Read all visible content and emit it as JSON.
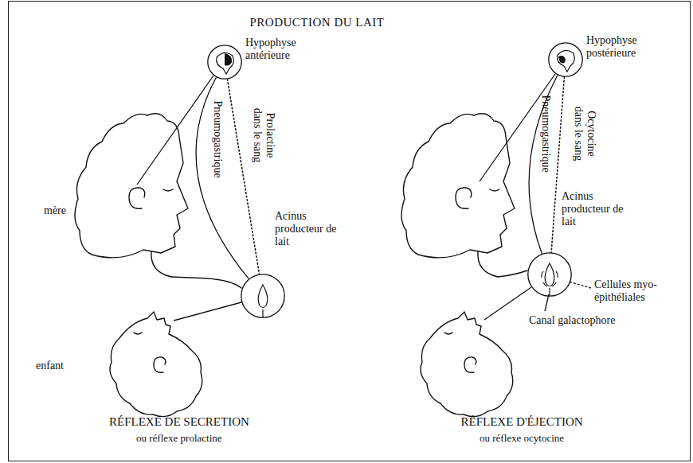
{
  "diagram": {
    "title": "PRODUCTION DU LAIT",
    "nodes": [
      {
        "text": [
          "Hypophyse antérieure"
        ]
      },
      {
        "text": [
          "Acinus producteur de lait"
        ]
      },
      {
        "text": [
          "Hypophyse postérieure"
        ]
      },
      {
        "text": [
          "Acinus producteur de lait"
        ]
      }
    ],
    "edges": [
      {
        "from": 0,
        "to": 1,
        "label": "Prolactine dans le sang",
        "arrow": "none"
      },
      {
        "from": 1,
        "to": 0,
        "label": "Pneumogastrique",
        "arrow": "none"
      },
      {
        "from": 2,
        "to": 3,
        "label": "Ocytocine dans le sang",
        "arrow": "none"
      },
      {
        "from": 3,
        "to": 2,
        "label": "Pneumogastrique",
        "arrow": "none"
      }
    ],
    "labels": [
      "mère",
      "enfant",
      "Cellules myo-épithéliales",
      "Canal galactophore",
      "RÉFLEXE DE SECRETION",
      "ou réflexe prolactine",
      "RÉFLEXE D'ÉJECTION",
      "ou réflexe ocytocine"
    ]
  }
}
